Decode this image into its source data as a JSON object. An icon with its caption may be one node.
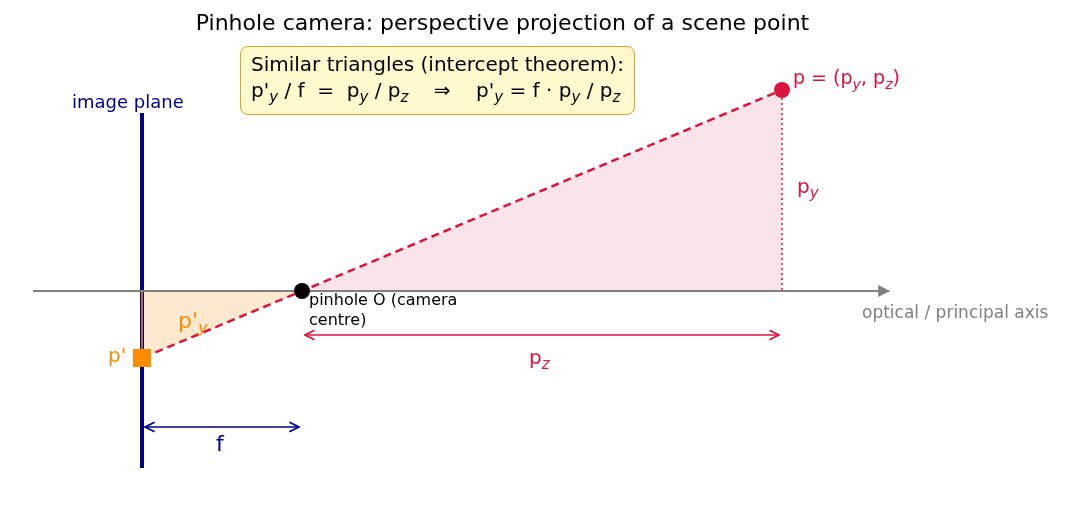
{
  "diagram": {
    "title": "Pinhole camera: perspective projection of a scene point",
    "nodes": [
      {
        "text": [],
        "shape": "circle",
        "beside": [
          "p = (p$_{y}$, p$_{z}$)"
        ]
      },
      {
        "text": [],
        "shape": "circle",
        "beside": [
          "pinhole O (camera centre)"
        ]
      },
      {
        "text": [],
        "shape": "box",
        "beside": [
          "p'"
        ]
      },
      {
        "text": [
          "Similar triangles (intercept theorem):",
          "p'$_{y}$ / f  =  p$_{y}$ / p$_{z}$    ⇒    p'$_{y}$ = f · p$_{y}$ / p$_{z}$"
        ]
      }
    ],
    "edges": [
      {
        "from": 0,
        "to": 1,
        "arrow": "none",
        "style": "dashed"
      },
      {
        "from": 1,
        "to": 2,
        "arrow": "none",
        "style": "dashed"
      }
    ],
    "labels": [
      "image plane",
      "p$_{y}$",
      "p'$_{y}$",
      "optical / principal axis",
      "p$_{z}$",
      "f"
    ]
  }
}
